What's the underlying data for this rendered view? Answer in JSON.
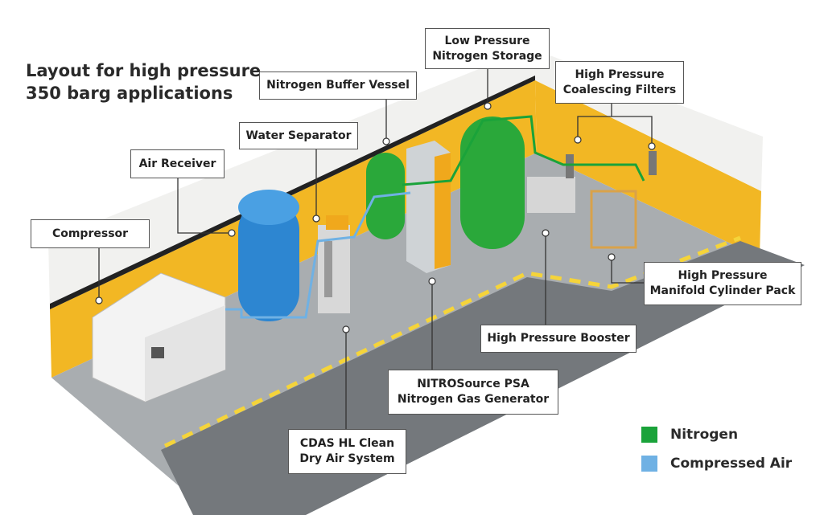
{
  "title": {
    "line1": "Layout for high pressure",
    "line2": "350 barg applications"
  },
  "labels": {
    "compressor": "Compressor",
    "air_receiver": "Air Receiver",
    "water_separator": "Water Separator",
    "buffer_vessel": "Nitrogen Buffer Vessel",
    "low_pressure_storage": [
      "Low Pressure",
      "Nitrogen Storage"
    ],
    "coalescing_filters": [
      "High Pressure",
      "Coalescing Filters"
    ],
    "manifold_pack": [
      "High Pressure",
      "Manifold Cylinder Pack"
    ],
    "booster": "High Pressure Booster",
    "psa_generator": [
      "NITROSource PSA",
      "Nitrogen Gas Generator"
    ],
    "cdas": [
      "CDAS HL Clean",
      "Dry Air System"
    ]
  },
  "legend": [
    {
      "label": "Nitrogen",
      "color": "#1aa33a"
    },
    {
      "label": "Compressed Air",
      "color": "#6fb1e4"
    }
  ],
  "colors": {
    "wall_yellow": "#f2b724",
    "floor_grey": "#a9adb0",
    "aisle_dark": "#74787c",
    "tank_blue": "#2d86d1",
    "tank_green": "#2aa83a",
    "generator_orange": "#f0a81c"
  }
}
